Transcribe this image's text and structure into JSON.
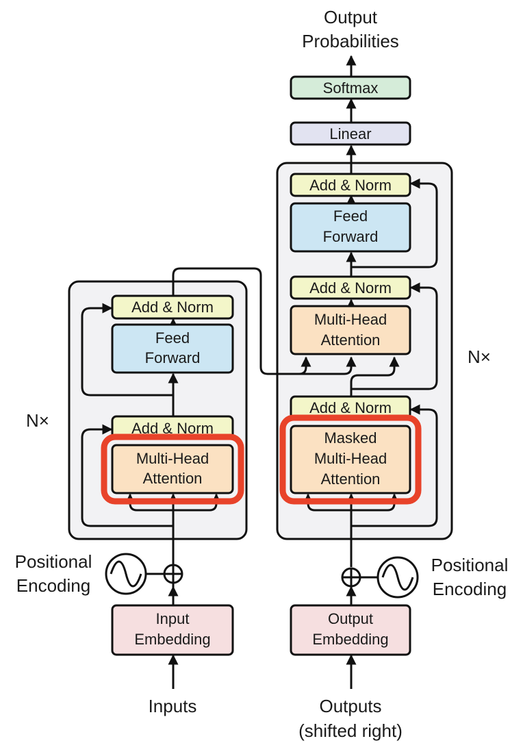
{
  "colors": {
    "stack_fill": "#f2f2f4",
    "add_norm": "#f3f6c9",
    "feed_forward": "#cce6f3",
    "attention": "#fbe1c2",
    "embedding": "#f6dfe0",
    "linear": "#e2e3f1",
    "softmax": "#d5ecd9",
    "highlight": "#e8432a",
    "stroke": "#111111"
  },
  "encoder": {
    "repeat_label": "N×",
    "add_norm_top": "Add & Norm",
    "feed_forward": [
      "Feed",
      "Forward"
    ],
    "add_norm_bottom": "Add & Norm",
    "attention": [
      "Multi-Head",
      "Attention"
    ],
    "positional": [
      "Positional",
      "Encoding"
    ],
    "embedding": [
      "Input",
      "Embedding"
    ],
    "input_label": "Inputs"
  },
  "decoder": {
    "repeat_label": "N×",
    "add_norm_top": "Add & Norm",
    "feed_forward": [
      "Feed",
      "Forward"
    ],
    "add_norm_middle": "Add & Norm",
    "cross_attention": [
      "Multi-Head",
      "Attention"
    ],
    "add_norm_bottom": "Add & Norm",
    "masked_attention": [
      "Masked",
      "Multi-Head",
      "Attention"
    ],
    "positional": [
      "Positional",
      "Encoding"
    ],
    "embedding": [
      "Output",
      "Embedding"
    ],
    "input_label": [
      "Outputs",
      "(shifted right)"
    ]
  },
  "head": {
    "linear": "Linear",
    "softmax": "Softmax",
    "output_label": [
      "Output",
      "Probabilities"
    ]
  }
}
